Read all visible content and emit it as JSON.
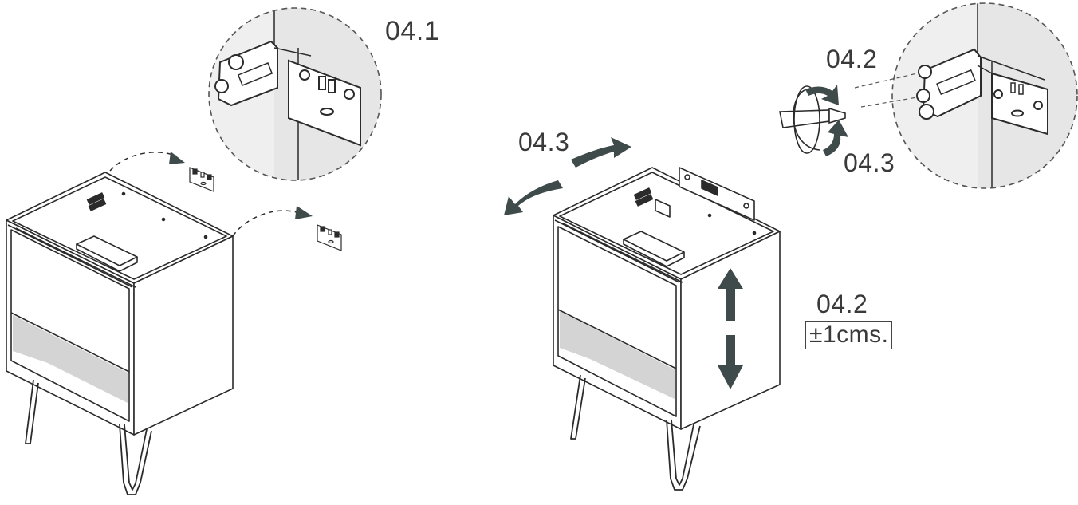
{
  "steps": {
    "step_041": "04.1",
    "step_042_top": "04.2",
    "step_043_top": "04.3",
    "step_043_left": "04.3",
    "step_042_right": "04.2",
    "adjust_range": "±1cms."
  },
  "colors": {
    "line": "#2b2b2b",
    "arrow": "#3f4b4b",
    "shade": "#d4d4d4",
    "detail_fill": "#efefef"
  }
}
